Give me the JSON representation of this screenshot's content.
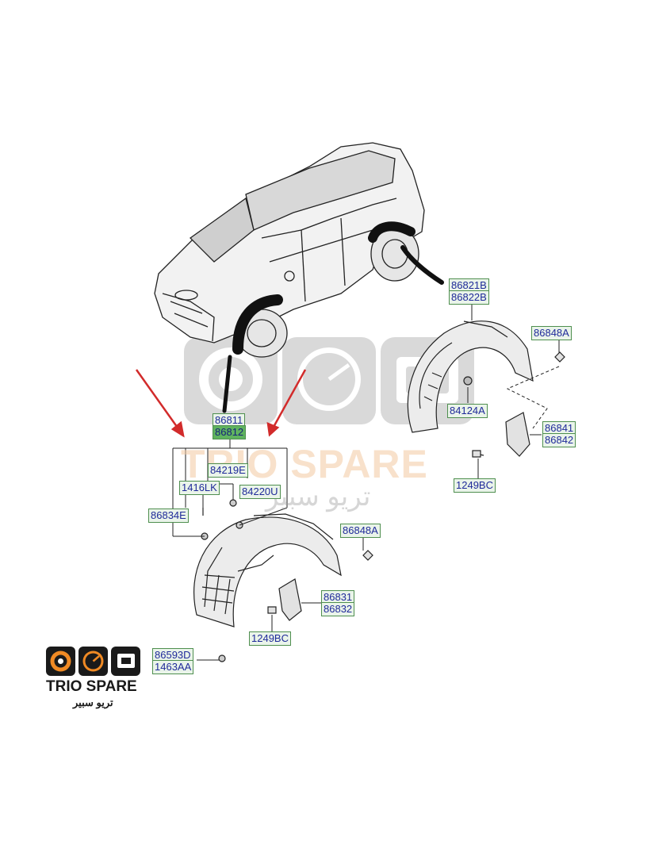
{
  "labels": {
    "l86821B": "86821B",
    "l86822B": "86822B",
    "l86848A_top": "86848A",
    "l84124A": "84124A",
    "l86841": "86841",
    "l86842": "86842",
    "l1249BC_top": "1249BC",
    "l86811": "86811",
    "l86812": "86812",
    "l84219E": "84219E",
    "l1416LK": "1416LK",
    "l84220U": "84220U",
    "l86834E": "86834E",
    "l86848A_bot": "86848A",
    "l86831": "86831",
    "l86832": "86832",
    "l1249BC_bot": "1249BC",
    "l86593D": "86593D",
    "l1463AA": "1463AA"
  },
  "watermark": {
    "brand": "TRIO SPARE",
    "brand_arabic": "تريو سبير"
  },
  "logo": {
    "brand": "TRIO SPARE",
    "brand_arabic": "تريو سبير",
    "accent": "#f08a24",
    "dark": "#1a1a1a"
  },
  "colors": {
    "label_text": "#1f2a9a",
    "label_fill": "#eaf4ea",
    "label_highlight": "#5fb35f",
    "arrow": "#d22b2b"
  }
}
